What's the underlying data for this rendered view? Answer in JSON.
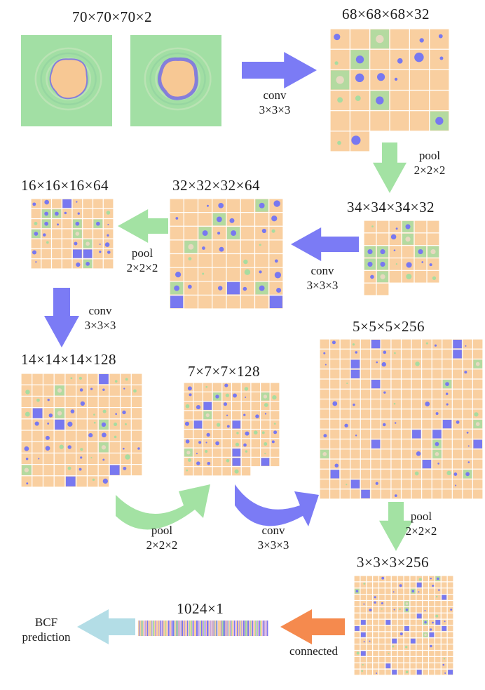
{
  "labels": {
    "input_dim": "70×70×70×2",
    "conv1_dim": "68×68×68×32",
    "pool1_dim": "34×34×34×32",
    "conv2_dim": "32×32×32×64",
    "pool2_dim": "16×16×16×64",
    "conv3_dim": "14×14×14×128",
    "pool3_dim": "7×7×7×128",
    "conv4_dim": "5×5×5×256",
    "pool4_dim": "3×3×3×256",
    "fc_dim": "1024×1",
    "output_line1": "BCF",
    "output_line2": "prediction"
  },
  "operations": {
    "conv": {
      "name": "conv",
      "kernel": "3×3×3"
    },
    "pool": {
      "name": "pool",
      "kernel": "2×2×2"
    },
    "fc": {
      "name": "connected"
    }
  },
  "colors": {
    "grid_cell": "#f9cfa0",
    "grid_line": "#ffffff",
    "conv_arrow": "#7b7bf5",
    "pool_arrow": "#a3e2a3",
    "fc_arrow": "#f58a4e",
    "output_arrow": "#b3dde6",
    "field_background": "#a2dfa4",
    "field_blob": "#f7c894",
    "field_rim": "#7c74e0",
    "feature_blue": "#7878f0",
    "feature_green": "#a8dca0",
    "feature_teal": "#6fb8a8"
  }
}
